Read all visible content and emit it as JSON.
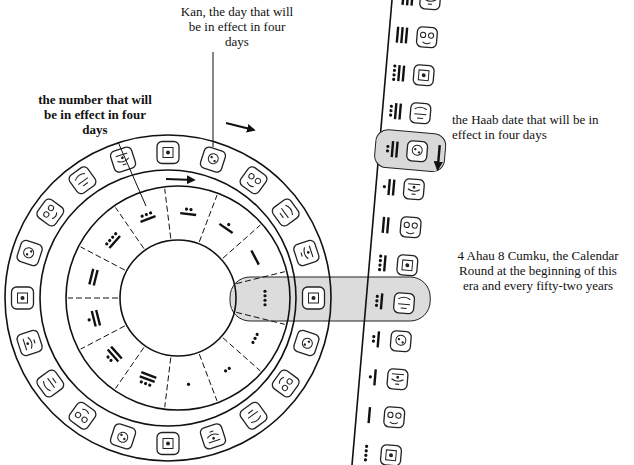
{
  "diagram": {
    "labels": [
      "Kan, the day that will be in effect in four days",
      "the number that will be in effect in four days",
      "the Haab date that will be in effect in four days",
      "4 Ahau 8 Cumku, the Calendar Round at the beginning of this era and every fifty-two years"
    ]
  }
}
